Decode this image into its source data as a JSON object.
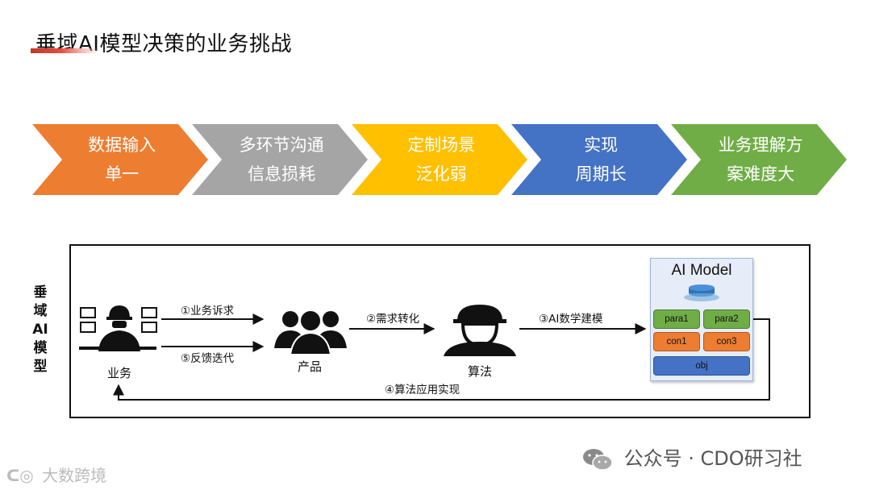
{
  "title": "垂域AI模型决策的业务挑战",
  "challenges": [
    {
      "line1": "数据输入",
      "line2": "单一",
      "color": "#ed7d31"
    },
    {
      "line1": "多环节沟通",
      "line2": "信息损耗",
      "color": "#a5a5a5"
    },
    {
      "line1": "定制场景",
      "line2": "泛化弱",
      "color": "#ffc000"
    },
    {
      "line1": "实现",
      "line2": "周期长",
      "color": "#4472c4"
    },
    {
      "line1": "业务理解方",
      "line2": "案难度大",
      "color": "#70ad47"
    }
  ],
  "diagram": {
    "side_label": [
      "垂",
      "域",
      "AI",
      "模",
      "型"
    ],
    "nodes": {
      "business": "业务",
      "product": "产品",
      "algorithm": "算法"
    },
    "arrows": {
      "step1": "①业务诉求",
      "step2": "②需求转化",
      "step3": "③AI数学建模",
      "step4": "④算法应用实现",
      "step5": "⑤反馈迭代"
    },
    "ai_model": {
      "title": "AI Model",
      "para1": "para1",
      "para2": "para2",
      "con1": "con1",
      "con3": "con3",
      "obj": "obj"
    }
  },
  "watermarks": {
    "wechat": "公众号 · CDO研习社",
    "logo": "大数跨境"
  }
}
